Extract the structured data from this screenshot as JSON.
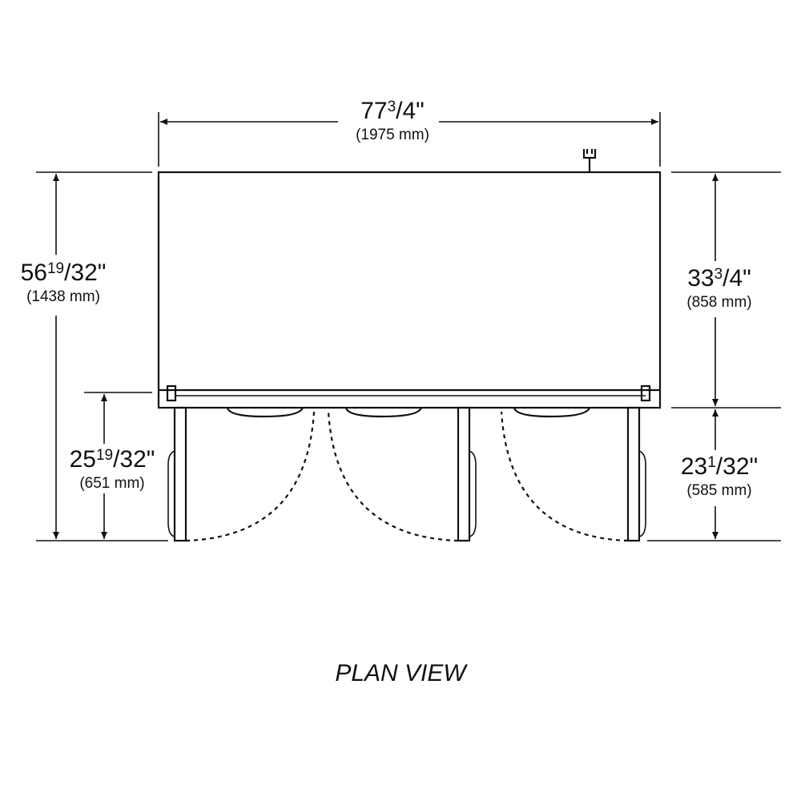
{
  "title": "PLAN VIEW",
  "dimensions": {
    "width": {
      "whole": "77",
      "frac": "3",
      "denom": "/4\"",
      "metric": "(1975 mm)"
    },
    "total_depth": {
      "whole": "56",
      "frac": "19",
      "denom": "/32\"",
      "metric": "(1438 mm)"
    },
    "body_depth": {
      "whole": "33",
      "frac": "3",
      "denom": "/4\"",
      "metric": "(858 mm)"
    },
    "door_swing_left": {
      "whole": "25",
      "frac": "19",
      "denom": "/32\"",
      "metric": "(651 mm)"
    },
    "door_swing_right": {
      "whole": "23",
      "frac": "1",
      "denom": "/32\"",
      "metric": "(585 mm)"
    }
  }
}
